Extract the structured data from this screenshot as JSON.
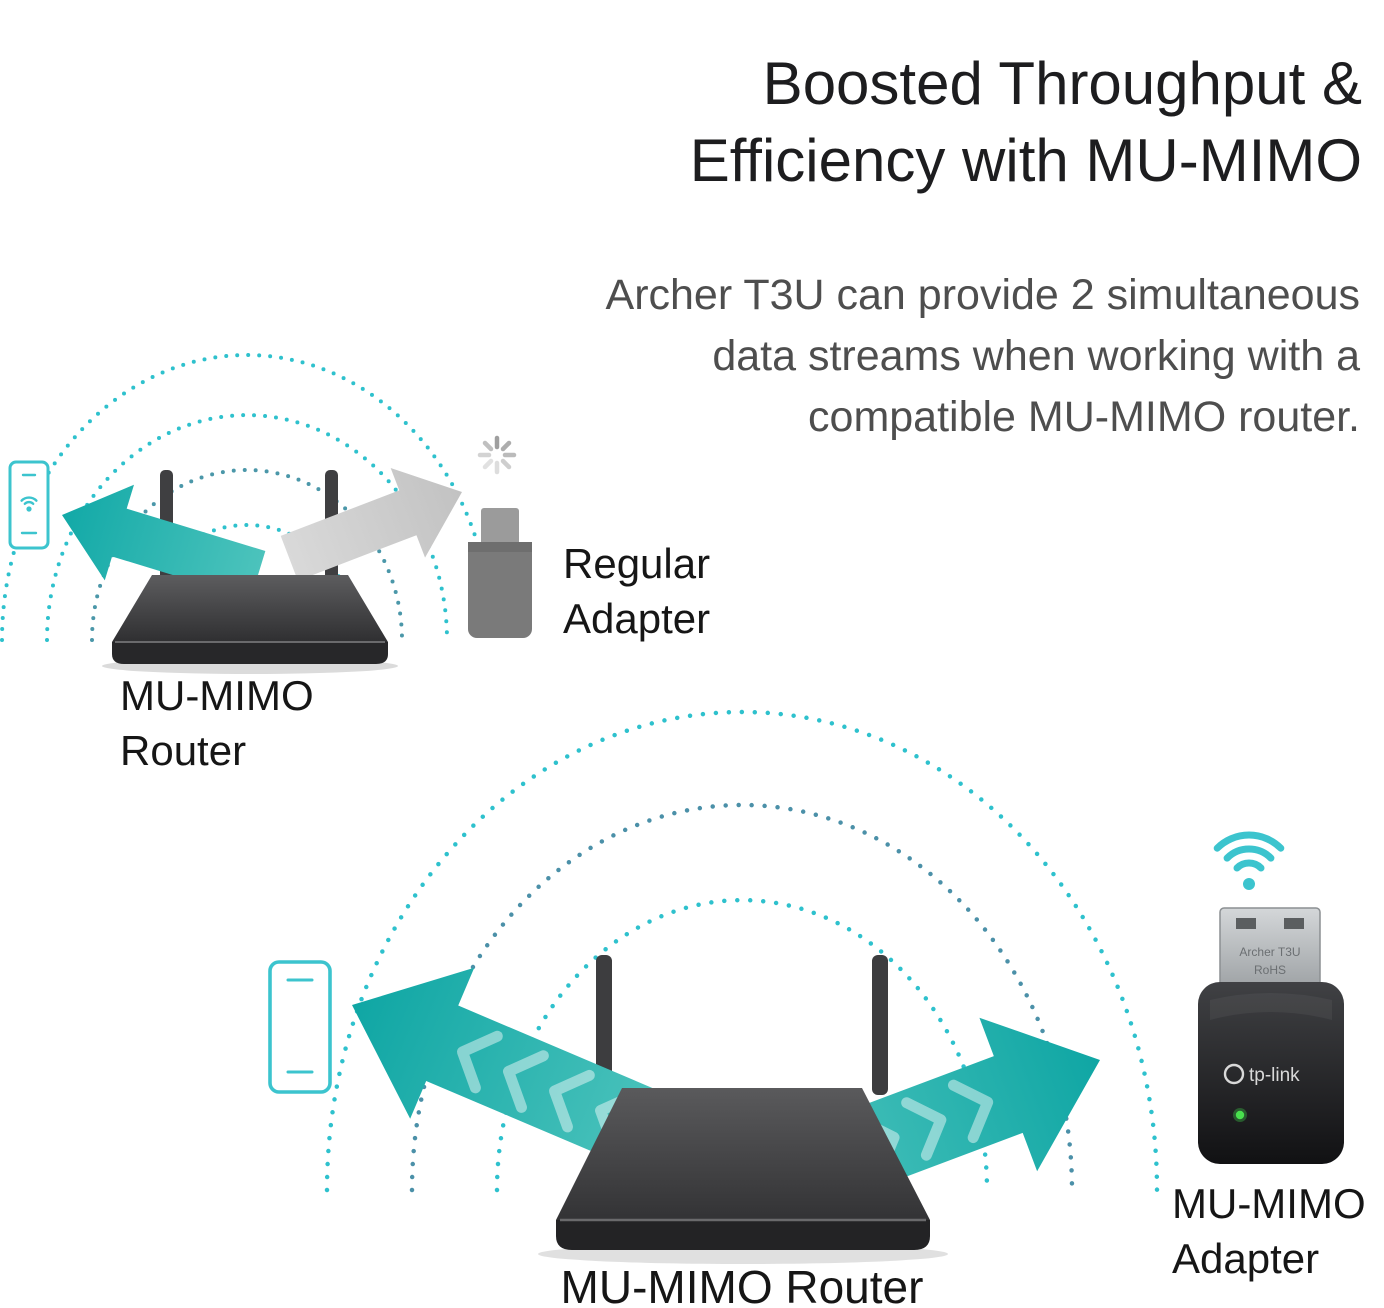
{
  "header": {
    "title_lines": [
      "Boosted Throughput &",
      "Efficiency with MU-MIMO"
    ],
    "subtitle_lines": [
      "Archer T3U can provide 2 simultaneous",
      "data streams when working with a",
      "compatible MU-MIMO router."
    ]
  },
  "top_scene": {
    "router_label_lines": [
      "MU-MIMO",
      "Router"
    ],
    "adapter_label_lines": [
      "Regular",
      "Adapter"
    ]
  },
  "bottom_scene": {
    "router_label": "MU-MIMO Router",
    "adapter_label_lines": [
      "MU-MIMO",
      "Adapter"
    ],
    "adapter_brand": "tp-link",
    "adapter_marking": "Archer T3U",
    "adapter_marking2": "RoHS"
  },
  "colors": {
    "accent_teal": "#2ec1cd",
    "arrow_teal": "#16aaa8",
    "arc_dark_blue": "#4b90a8",
    "router_dark": "#3a3a3c",
    "title_text": "#1d1d1f",
    "subtitle_text": "#4e4e4e"
  }
}
